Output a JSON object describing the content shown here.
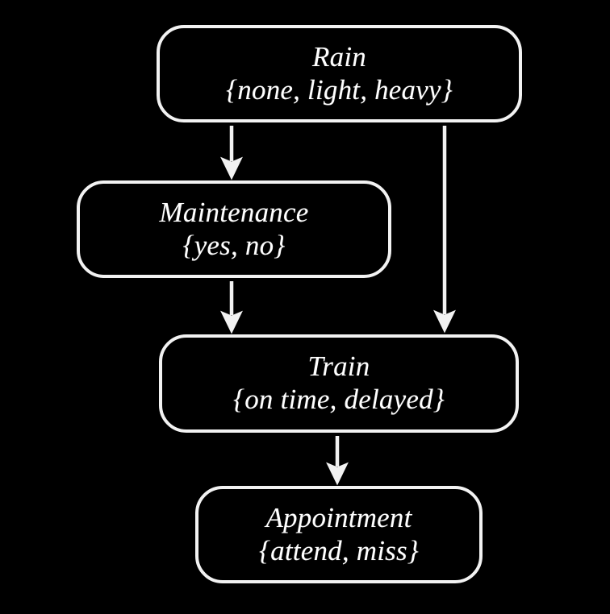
{
  "diagram": {
    "type": "causal-bayesian-network",
    "background_color": "#000000",
    "node_border_color": "#f2f2f2",
    "text_color": "#ffffff",
    "nodes": [
      {
        "id": "rain",
        "name": "Rain",
        "states": "{none, light, heavy}"
      },
      {
        "id": "maintenance",
        "name": "Maintenance",
        "states": "{yes, no}"
      },
      {
        "id": "train",
        "name": "Train",
        "states": "{on time, delayed}"
      },
      {
        "id": "appointment",
        "name": "Appointment",
        "states": "{attend, miss}"
      }
    ],
    "edges": [
      {
        "id": "rain-to-maintenance",
        "from": "rain",
        "to": "maintenance"
      },
      {
        "id": "rain-to-train",
        "from": "rain",
        "to": "train"
      },
      {
        "id": "maintenance-to-train",
        "from": "maintenance",
        "to": "train"
      },
      {
        "id": "train-to-appointment",
        "from": "train",
        "to": "appointment"
      }
    ]
  }
}
